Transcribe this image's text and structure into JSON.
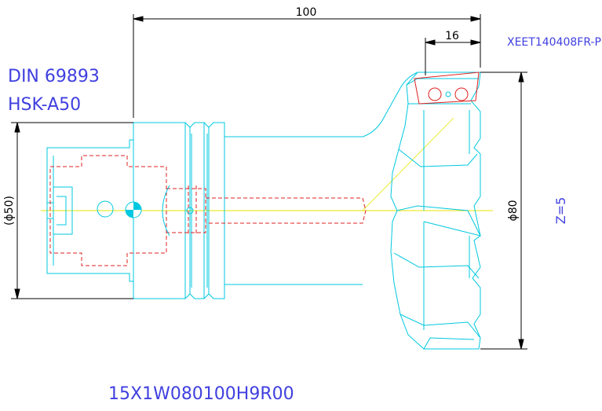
{
  "drawing": {
    "standard": "DIN 69893",
    "holder": "HSK-A50",
    "part_number": "15X1W080100H9R00",
    "insert_code": "XEET140408FR-P",
    "teeth": "Z=5",
    "dimensions": {
      "overall_length": "100",
      "insert_offset": "16",
      "shank_diameter": "(ϕ50)",
      "cutter_diameter": "ϕ80"
    }
  },
  "colors": {
    "outline": "#00c8e0",
    "hidden": "#e02020",
    "dimension": "#000000",
    "centerline": "#e6e600",
    "annotation": "#4040e0",
    "background": "#ffffff"
  }
}
